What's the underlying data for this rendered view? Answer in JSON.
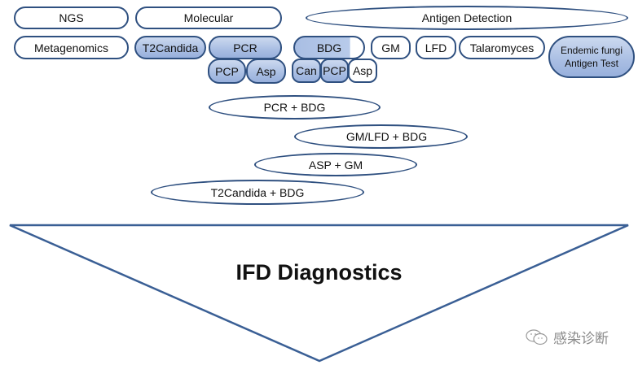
{
  "categories": {
    "ngs": "NGS",
    "molecular": "Molecular",
    "antigen": "Antigen Detection"
  },
  "tests": {
    "metagenomics": "Metagenomics",
    "t2candida": "T2Candida",
    "pcr": "PCR",
    "pcr_pcp": "PCP",
    "pcr_asp": "Asp",
    "bdg": "BDG",
    "bdg_can": "Can",
    "bdg_pcp": "PCP",
    "bdg_asp": "Asp",
    "gm": "GM",
    "lfd": "LFD",
    "talaromyces": "Talaromyces",
    "endemic_line1": "Endemic fungi",
    "endemic_line2": "Antigen Test"
  },
  "combinations": [
    "PCR + BDG",
    "GM/LFD + BDG",
    "ASP + GM",
    "T2Candida + BDG"
  ],
  "funnel": {
    "title": "IFD Diagnostics"
  },
  "watermark": {
    "icon": "wechat-icon",
    "text": "感染诊断"
  },
  "colors": {
    "border": "#2f5080",
    "fill": "#a9bee3"
  }
}
